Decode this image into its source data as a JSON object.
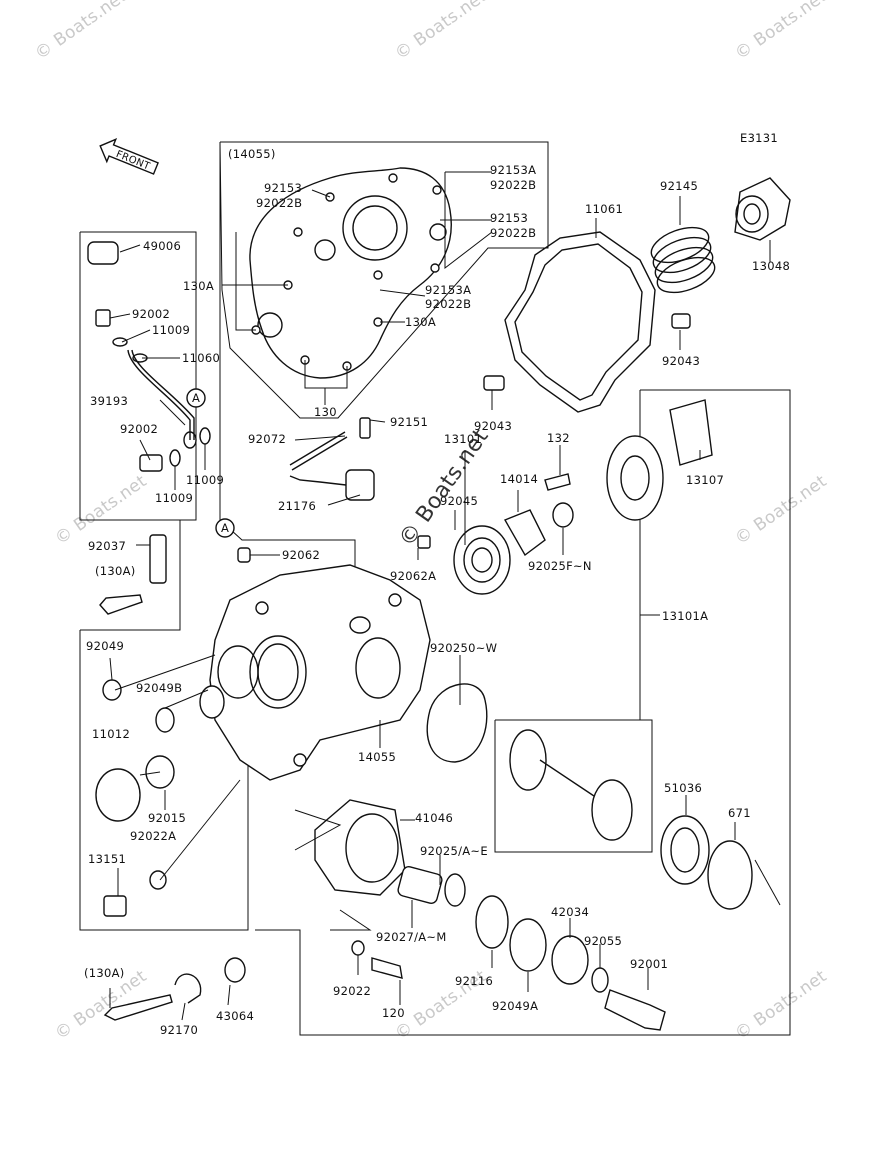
{
  "diagram_id": "E3131",
  "front_label": "FRONT",
  "watermark": "© Boats.net",
  "labels": {
    "l14055_top": "(14055)",
    "l92153a_1": "92153A",
    "l92022b_1": "92022B",
    "l92153_1": "92153",
    "l92022b_2": "92022B",
    "l92153_2": "92153",
    "l92022b_3": "92022B",
    "l130a_1": "130A",
    "l92153a_2": "92153A",
    "l92022b_4": "92022B",
    "l130a_2": "130A",
    "l130": "130",
    "l11061": "11061",
    "l92145": "92145",
    "l13048": "13048",
    "l92043_1": "92043",
    "l92043_2": "92043",
    "l49006": "49006",
    "l92002_1": "92002",
    "l11009_1": "11009",
    "l11060": "11060",
    "l39193": "39193",
    "l92002_2": "92002",
    "l11009_2": "11009",
    "l11009_3": "11009",
    "l92151": "92151",
    "l92072": "92072",
    "l13101": "13101",
    "l132": "132",
    "l14014": "14014",
    "l92045": "92045",
    "l21176": "21176",
    "l13107": "13107",
    "l92037": "92037",
    "l130a_3": "(130A)",
    "l92062": "92062",
    "l92062a": "92062A",
    "l92025fn": "92025F~N",
    "l13101a": "13101A",
    "l92049": "92049",
    "l92049b": "92049B",
    "l920250w": "920250~W",
    "l11012": "11012",
    "l14055": "14055",
    "l92015": "92015",
    "l92022a": "92022A",
    "l51036": "51036",
    "l671": "671",
    "l41046": "41046",
    "l92025ae": "92025/A~E",
    "l13151": "13151",
    "l92027am": "92027/A~M",
    "l42034": "42034",
    "l92055": "92055",
    "l92001": "92001",
    "l130a_4": "(130A)",
    "l92022": "92022",
    "l92116": "92116",
    "l92049a": "92049A",
    "l92170": "92170",
    "l43064": "43064",
    "l120": "120",
    "callout_a": "A"
  }
}
